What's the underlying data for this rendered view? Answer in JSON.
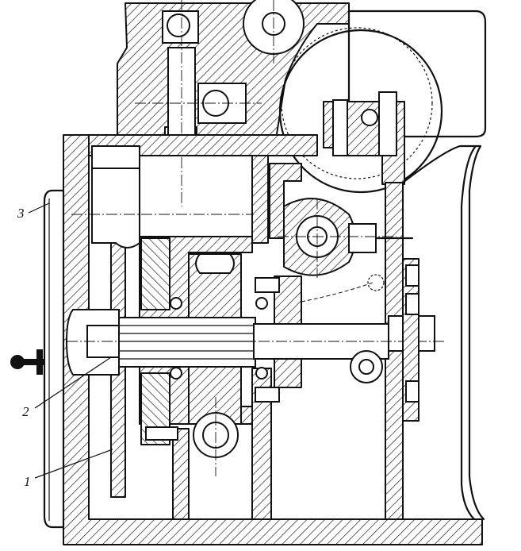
{
  "callouts": {
    "part_1": "1",
    "part_2": "2",
    "part_3": "3"
  },
  "colors": {
    "ink": "#111111",
    "paper": "#ffffff"
  }
}
